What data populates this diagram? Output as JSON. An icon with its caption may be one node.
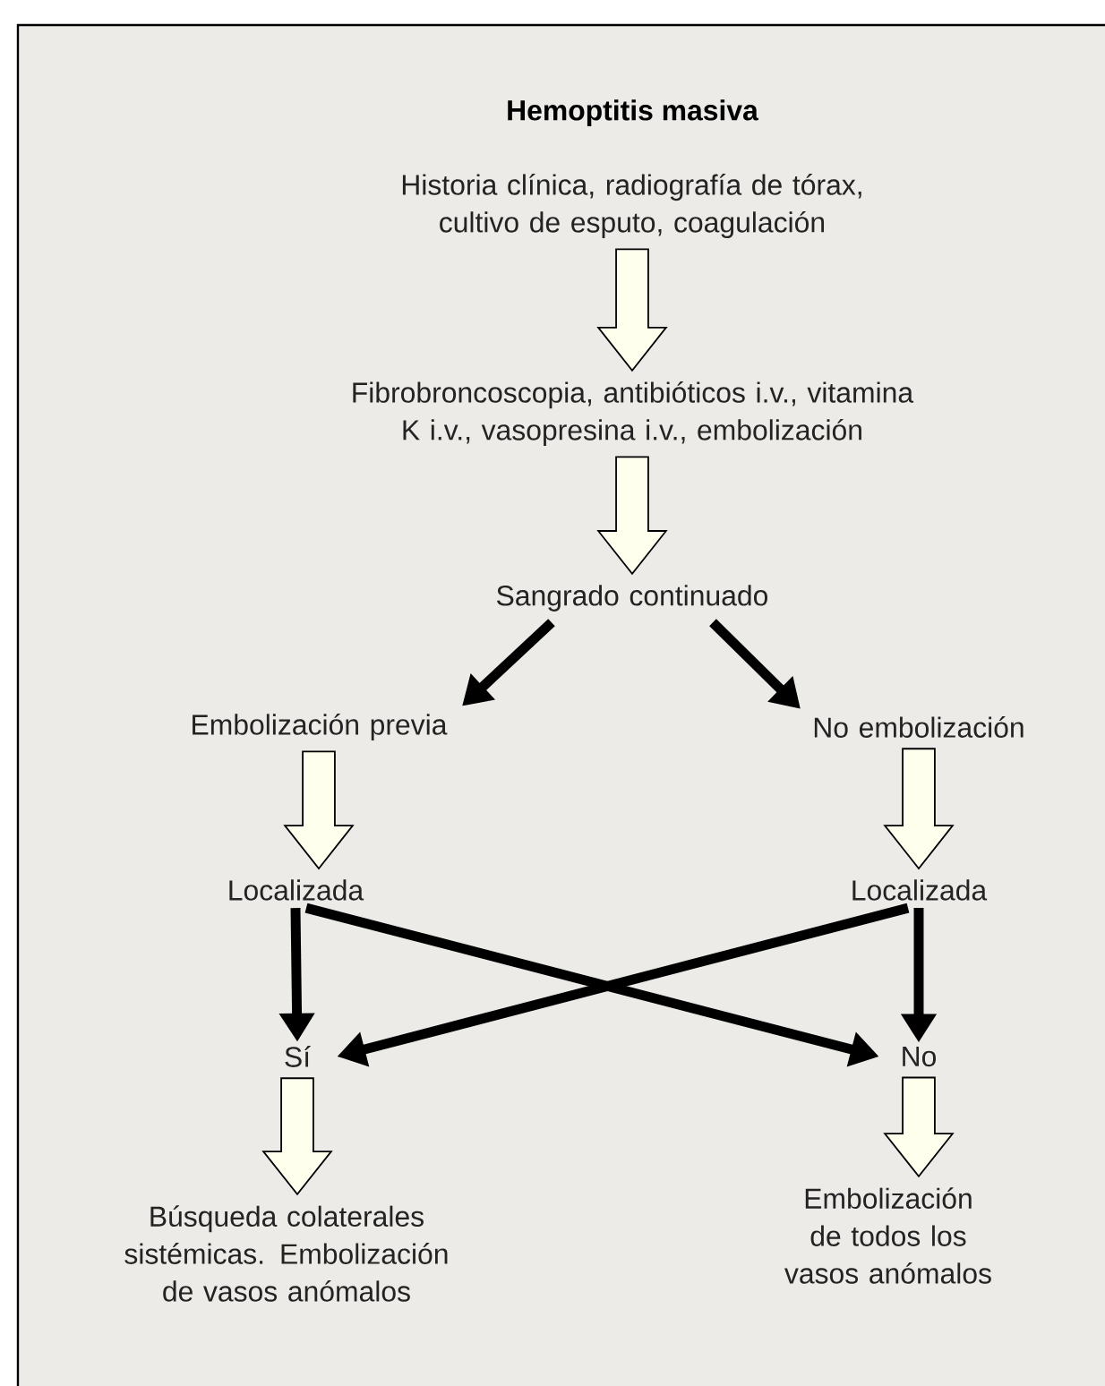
{
  "diagram": {
    "title": "Hemoptitis masiva",
    "nodes": [
      {
        "text": [
          "Historia clínica, radiografía de tórax, cultivo de esputo, coagulación"
        ]
      },
      {
        "text": [
          "Fibrobroncoscopia, antibióticos i.v., vitamina K i.v., vasopresina i.v., embolización"
        ]
      },
      {
        "text": [
          "Sangrado continuado"
        ]
      },
      {
        "text": [
          "Embolización previa"
        ]
      },
      {
        "text": [
          "No embolización"
        ]
      },
      {
        "text": [
          "Localizada"
        ]
      },
      {
        "text": [
          "Localizada"
        ]
      },
      {
        "text": [
          "Sí"
        ]
      },
      {
        "text": [
          "No"
        ]
      },
      {
        "text": [
          "Búsqueda colaterales sistémicas. Embolización de vasos anómalos"
        ]
      },
      {
        "text": [
          "Embolización de todos los vasos anómalos"
        ]
      }
    ],
    "edges": [
      {
        "from": 0,
        "to": 1,
        "arrow": "to",
        "style": "thick"
      },
      {
        "from": 1,
        "to": 2,
        "arrow": "to",
        "style": "thick"
      },
      {
        "from": 2,
        "to": 3,
        "arrow": "to"
      },
      {
        "from": 2,
        "to": 4,
        "arrow": "to"
      },
      {
        "from": 3,
        "to": 5,
        "arrow": "to",
        "style": "thick"
      },
      {
        "from": 4,
        "to": 6,
        "arrow": "to",
        "style": "thick"
      },
      {
        "from": 5,
        "to": 7,
        "arrow": "to"
      },
      {
        "from": 5,
        "to": 8,
        "arrow": "to"
      },
      {
        "from": 6,
        "to": 7,
        "arrow": "to"
      },
      {
        "from": 6,
        "to": 8,
        "arrow": "to"
      },
      {
        "from": 7,
        "to": 9,
        "arrow": "to",
        "style": "thick"
      },
      {
        "from": 8,
        "to": 10,
        "arrow": "to",
        "style": "thick"
      }
    ]
  }
}
